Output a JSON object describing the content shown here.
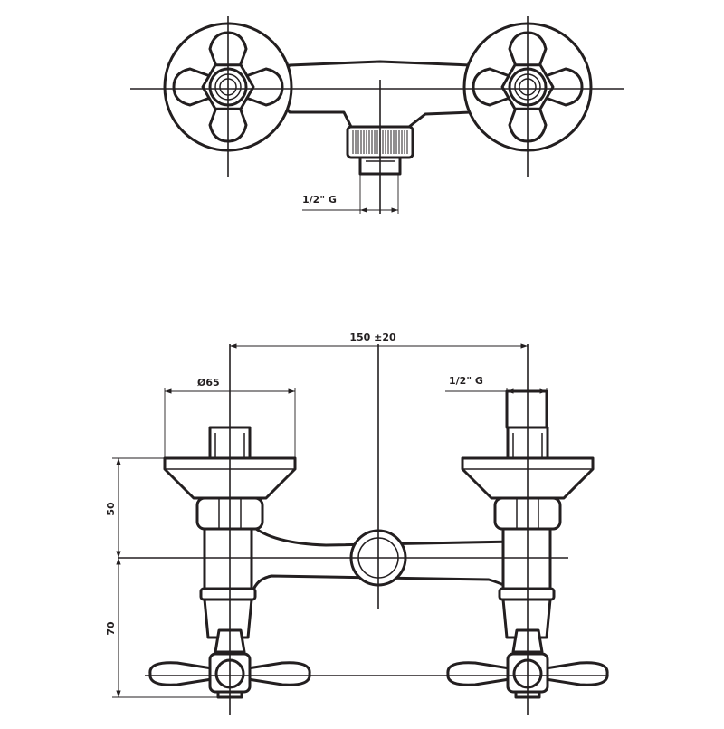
{
  "colors": {
    "line": "#231f20",
    "background": "#ffffff"
  },
  "top_view": {
    "thread_label": "1/2\" G"
  },
  "front_view": {
    "center_distance_label": "150 ±20",
    "diameter_label": "Ø65",
    "thread_label": "1/2\" G",
    "height_upper_label": "50",
    "height_lower_label": "70"
  }
}
